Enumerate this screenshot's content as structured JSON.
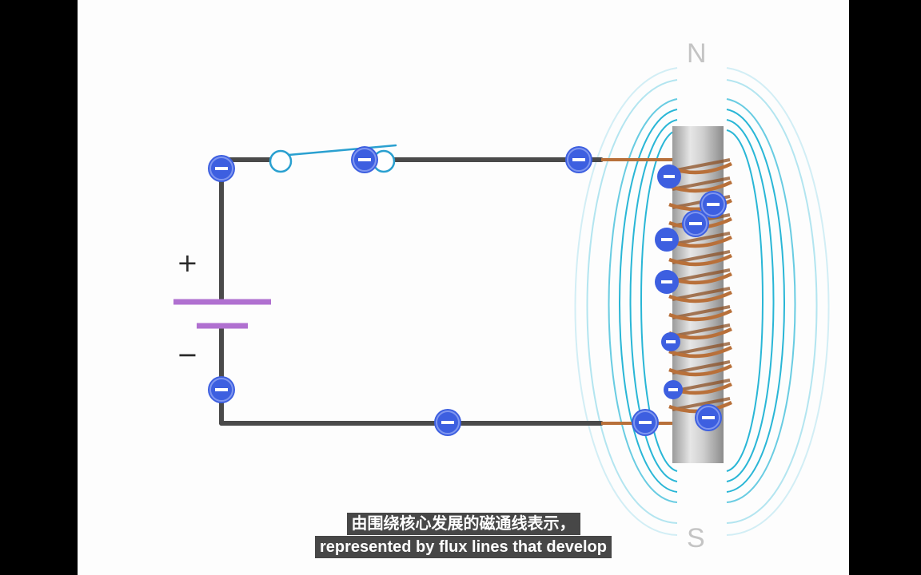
{
  "labels": {
    "north": "N",
    "south": "S",
    "battery_plus": "+",
    "battery_minus": "−"
  },
  "subtitles": {
    "line_zh": "由围绕核心发展的磁通线表示，",
    "line_en": "represented by flux lines that develop"
  },
  "colors": {
    "wire": "#4a4a4a",
    "copper": "#b8703a",
    "flux": "#29b6d6",
    "electron": "#3d5fe0",
    "battery": "#b070d0",
    "switch": "#2aa0d0"
  },
  "icons": {
    "electron": "minus-in-circle",
    "battery": "battery-symbol",
    "switch": "open-switch"
  }
}
